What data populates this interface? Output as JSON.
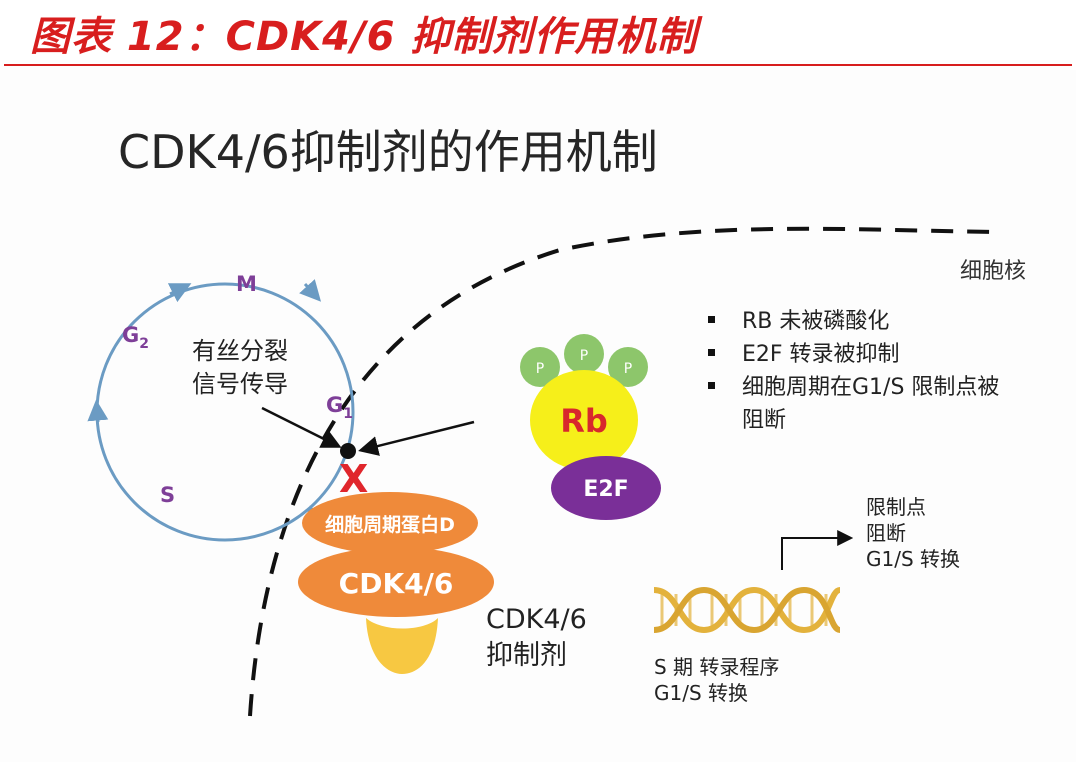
{
  "header": {
    "figure_title": "图表 12：CDK4/6 抑制剂作用机制"
  },
  "diagram": {
    "title": "CDK4/6抑制剂的作用机制",
    "nucleus_label": "细胞核",
    "cell_cycle": {
      "phase_m": "M",
      "phase_g2": "G",
      "phase_g2_sub": "2",
      "phase_g1": "G",
      "phase_g1_sub": "1",
      "phase_s": "S",
      "mitogenic_signal_line1": "有丝分裂",
      "mitogenic_signal_line2": "信号传导"
    },
    "block_mark": "X",
    "complex": {
      "cyclin_d_label": "细胞周期蛋白D",
      "cdk_label": "CDK4/6"
    },
    "inhibitor_label_line1": "CDK4/6",
    "inhibitor_label_line2": "抑制剂",
    "rb_complex": {
      "phosphate_labels": [
        "P",
        "P",
        "P"
      ],
      "rb_label": "Rb",
      "e2f_label": "E2F"
    },
    "effects": [
      "RB 未被磷酸化",
      "E2F 转录被抑制",
      "细胞周期在G1/S 限制点被",
      "阻断"
    ],
    "restriction_point": [
      "限制点",
      "阻断",
      "G1/S 转换"
    ],
    "dna_caption": [
      "S 期 转录程序",
      "G1/S 转换"
    ],
    "colors": {
      "header_red": "#d81e1e",
      "cycle_blue": "#6b9bc3",
      "phase_purple": "#7e3f98",
      "orange": "#ef8a3a",
      "inhibitor_yellow": "#f7c842",
      "rb_yellow": "#f6ef1a",
      "phosphate_green": "#8dc66b",
      "e2f_purple": "#7a2f98",
      "dna_gold": "#e3b23c"
    }
  }
}
